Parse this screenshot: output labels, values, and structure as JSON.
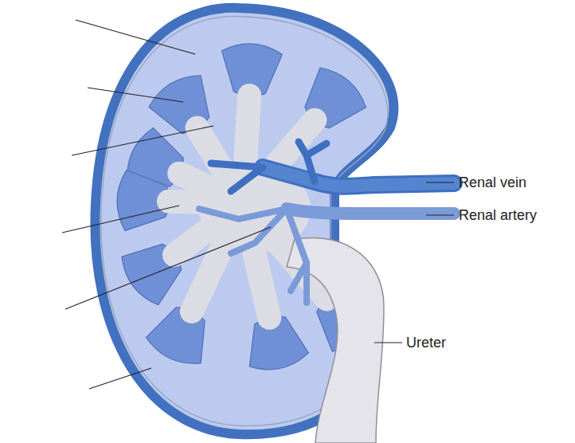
{
  "diagram": {
    "labels": [
      "Renal vein",
      "Renal artery",
      "Ureter"
    ]
  }
}
